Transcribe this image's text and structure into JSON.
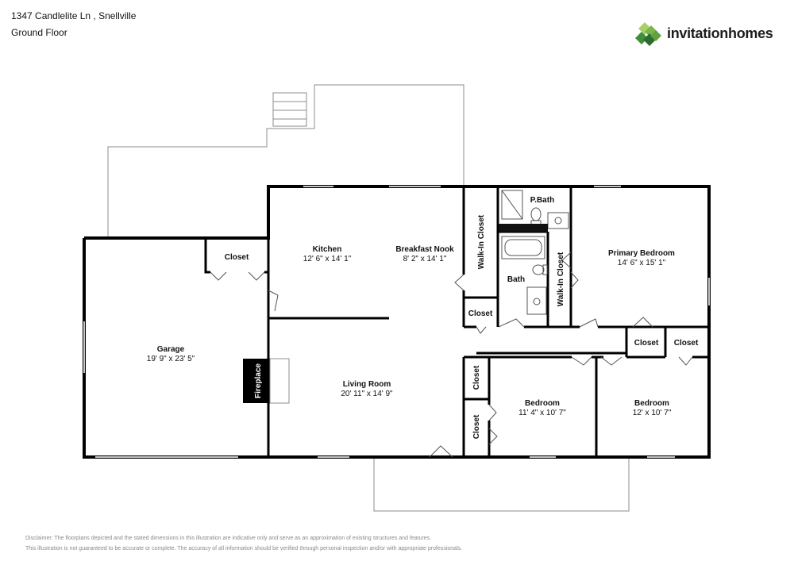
{
  "header": {
    "address": "1347 Candlelite Ln , Snellville",
    "floor": "Ground Floor"
  },
  "logo": {
    "text": "invitationhomes",
    "colors": [
      "#7ab648",
      "#3f8f3a",
      "#a8cf6a",
      "#2e6b2f"
    ]
  },
  "rooms": {
    "garage": {
      "name": "Garage",
      "dim": "19' 9\" x 23' 5\""
    },
    "garage_closet": {
      "name": "Closet"
    },
    "kitchen": {
      "name": "Kitchen",
      "dim": "12' 6\" x 14' 1\""
    },
    "nook": {
      "name": "Breakfast Nook",
      "dim": "8' 2\" x 14' 1\""
    },
    "living": {
      "name": "Living Room",
      "dim": "20' 11\" x 14' 9\""
    },
    "fireplace": {
      "name": "Fireplace"
    },
    "walkin1": {
      "name": "Walk-In Closet"
    },
    "pbath": {
      "name": "P.Bath"
    },
    "bath": {
      "name": "Bath"
    },
    "walkin2": {
      "name": "Walk-In Closet"
    },
    "primary": {
      "name": "Primary Bedroom",
      "dim": "14' 6\" x 15' 1\""
    },
    "closet_hall": {
      "name": "Closet"
    },
    "closet_mid": {
      "name": "Closet"
    },
    "closet_right": {
      "name": "Closet"
    },
    "closet_v1": {
      "name": "Closet"
    },
    "closet_v2": {
      "name": "Closet"
    },
    "bedroom1": {
      "name": "Bedroom",
      "dim": "11' 4\" x 10' 7\""
    },
    "bedroom2": {
      "name": "Bedroom",
      "dim": "12' x 10' 7\""
    }
  },
  "disclaimer": {
    "line1": "Disclaimer: The floorplans depicted and the stated dimensions in this illustration are indicative only and serve as an approximation of existing structures and features.",
    "line2": "This illustration is not guaranteed to be accurate or complete. The accuracy of all information should be verified through personal inspection and/or with appropriate professionals."
  },
  "colors": {
    "wall": "#000000",
    "outline": "#8c8c8c",
    "fixture": "#555555"
  }
}
